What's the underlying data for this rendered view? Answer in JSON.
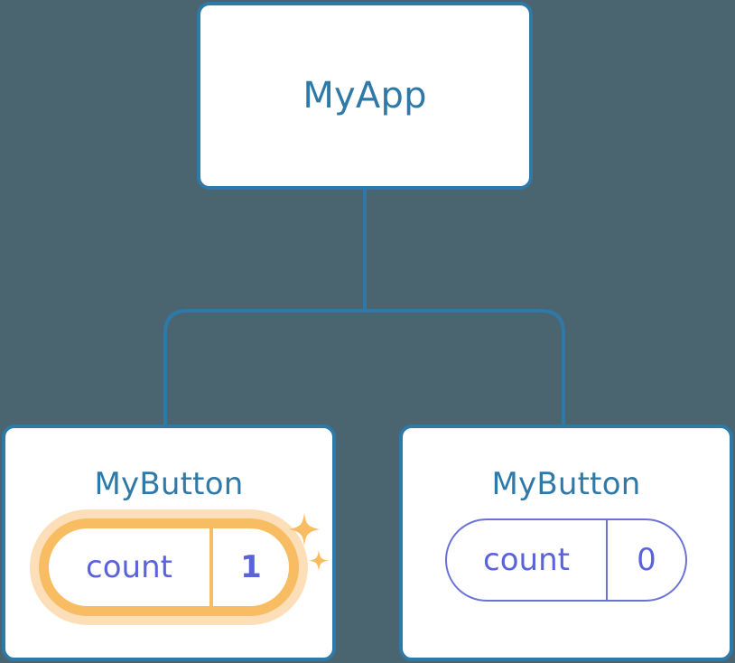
{
  "diagram": {
    "type": "component-tree",
    "background_color": "#4a6570",
    "node_border_color": "#2e79a8",
    "node_title_color": "#2e79a8",
    "edge_color": "#2e79a8",
    "pill_text_color": "#5b63dc",
    "pill_border_color": "#6b72d6",
    "highlight_color": "#f8bc63",
    "highlight_glow_color": "#fadcae",
    "sparkle_color": "#f9bc63"
  },
  "root": {
    "title": "MyApp"
  },
  "children": [
    {
      "title": "MyButton",
      "state": {
        "key": "count",
        "value": "1"
      },
      "highlighted": true,
      "sparkles": [
        {
          "name": "sparkle-large",
          "size": 36
        },
        {
          "name": "sparkle-small",
          "size": 22
        }
      ]
    },
    {
      "title": "MyButton",
      "state": {
        "key": "count",
        "value": "0"
      },
      "highlighted": false,
      "sparkles": []
    }
  ],
  "edges": [
    {
      "from": "MyApp",
      "to": "MyButton (left)"
    },
    {
      "from": "MyApp",
      "to": "MyButton (right)"
    }
  ]
}
